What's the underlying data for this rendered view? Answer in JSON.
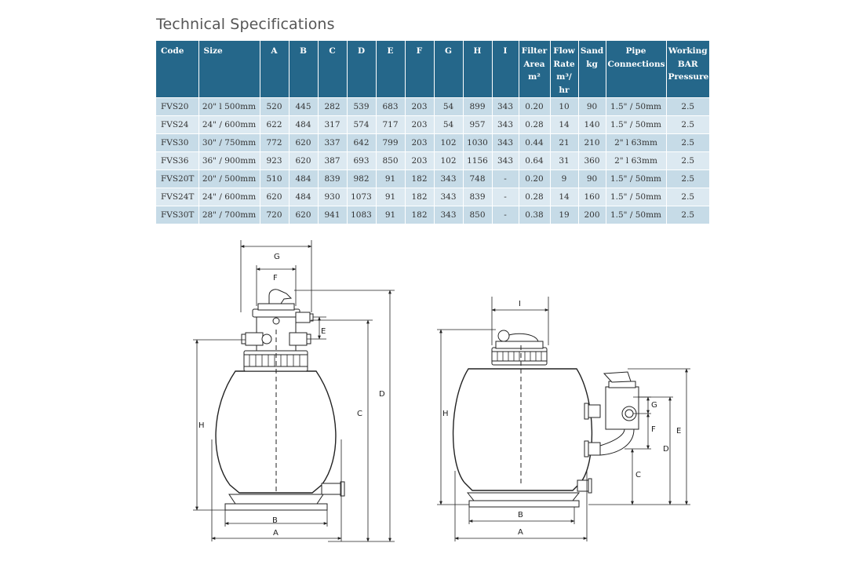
{
  "title": "Technical Specifications",
  "table": {
    "headers": [
      "Code",
      "Size",
      "A",
      "B",
      "C",
      "D",
      "E",
      "F",
      "G",
      "H",
      "I",
      "Filter Area m²",
      "Flow Rate m³/ hr",
      "Sand kg",
      "Pipe Connections",
      "Working BAR Pressure"
    ],
    "header_lines": [
      [
        "Code"
      ],
      [
        "Size"
      ],
      [
        "A"
      ],
      [
        "B"
      ],
      [
        "C"
      ],
      [
        "D"
      ],
      [
        "E"
      ],
      [
        "F"
      ],
      [
        "G"
      ],
      [
        "H"
      ],
      [
        "I"
      ],
      [
        "Filter",
        "Area",
        "m²"
      ],
      [
        "Flow",
        "Rate",
        "m³/",
        "hr"
      ],
      [
        "Sand",
        "kg"
      ],
      [
        "Pipe",
        "Connections"
      ],
      [
        "Working",
        "BAR",
        "Pressure"
      ]
    ],
    "rows": [
      [
        "FVS20",
        "20\" l 500mm",
        "520",
        "445",
        "282",
        "539",
        "683",
        "203",
        "54",
        "899",
        "343",
        "0.20",
        "10",
        "90",
        "1.5\" / 50mm",
        "2.5"
      ],
      [
        "FVS24",
        "24\" / 600mm",
        "622",
        "484",
        "317",
        "574",
        "717",
        "203",
        "54",
        "957",
        "343",
        "0.28",
        "14",
        "140",
        "1.5\" / 50mm",
        "2.5"
      ],
      [
        "FVS30",
        "30\" / 750mm",
        "772",
        "620",
        "337",
        "642",
        "799",
        "203",
        "102",
        "1030",
        "343",
        "0.44",
        "21",
        "210",
        "2\" l 63mm",
        "2.5"
      ],
      [
        "FVS36",
        "36\" / 900mm",
        "923",
        "620",
        "387",
        "693",
        "850",
        "203",
        "102",
        "1156",
        "343",
        "0.64",
        "31",
        "360",
        "2\" l 63mm",
        "2.5"
      ],
      [
        "FVS20T",
        "20\" / 500mm",
        "510",
        "484",
        "839",
        "982",
        "91",
        "182",
        "343",
        "748",
        "-",
        "0.20",
        "9",
        "90",
        "1.5\" / 50mm",
        "2.5"
      ],
      [
        "FVS24T",
        "24\" / 600mm",
        "620",
        "484",
        "930",
        "1073",
        "91",
        "182",
        "343",
        "839",
        "-",
        "0.28",
        "14",
        "160",
        "1.5\" / 50mm",
        "2.5"
      ],
      [
        "FVS30T",
        "28\" / 700mm",
        "720",
        "620",
        "941",
        "1083",
        "91",
        "182",
        "343",
        "850",
        "-",
        "0.38",
        "19",
        "200",
        "1.5\" / 50mm",
        "2.5"
      ]
    ]
  },
  "diagram_top_mount": {
    "labels": {
      "g": "G",
      "f": "F",
      "e": "E",
      "d": "D",
      "c": "C",
      "h": "H",
      "b": "B",
      "a": "A"
    }
  },
  "diagram_side_mount": {
    "labels": {
      "i": "I",
      "h": "H",
      "g": "G",
      "f": "F",
      "e": "E",
      "d": "D",
      "c": "C",
      "b": "B",
      "a": "A"
    }
  }
}
